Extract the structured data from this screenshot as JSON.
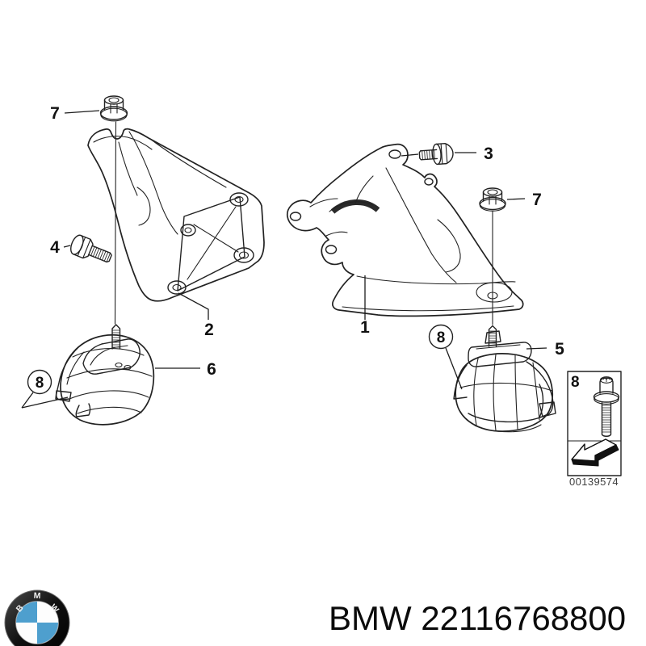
{
  "callouts": {
    "nut_left": {
      "label": "7"
    },
    "bolt_left": {
      "label": "4"
    },
    "bracket_left": {
      "label": "2"
    },
    "mount_left": {
      "label": "6"
    },
    "bracket_right": {
      "label": "1"
    },
    "bolt_right": {
      "label": "3"
    },
    "nut_right": {
      "label": "7"
    },
    "mount_right": {
      "label": "5"
    },
    "kit_left": {
      "label": "8"
    },
    "kit_right": {
      "label": "8"
    },
    "inset": {
      "label": "8"
    }
  },
  "inset": {
    "image_number": "00139574"
  },
  "footer": {
    "title": "BMW 22116768800"
  },
  "logo": {
    "letters": [
      "B",
      "M",
      "W"
    ]
  },
  "colors": {
    "line": "#222222",
    "logo_blue": "#4e9fce",
    "logo_ring": "#111111",
    "text": "#0b0b0b",
    "image_number": "#3f3f3f"
  }
}
